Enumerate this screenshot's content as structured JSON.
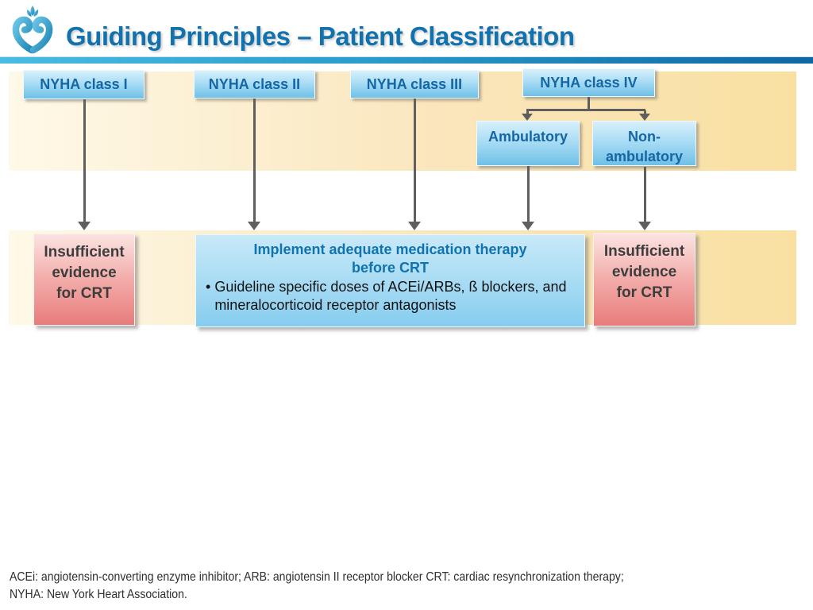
{
  "header": {
    "title": "Guiding Principles – Patient Classification",
    "logo_icon": "heart-flame-logo"
  },
  "nyha_classes": [
    {
      "label": "NYHA class I"
    },
    {
      "label": "NYHA class II"
    },
    {
      "label": "NYHA class III"
    },
    {
      "label": "NYHA class IV"
    }
  ],
  "class4_subgroups": [
    {
      "label": "Ambulatory"
    },
    {
      "label": "Non-\nambulatory"
    }
  ],
  "outcomes": {
    "insufficient_left": {
      "text": "Insufficient\nevidence\nfor CRT"
    },
    "medication": {
      "title": "Implement adequate medication therapy\nbefore CRT",
      "bullet_marker": "•",
      "bullet_text": "Guideline specific doses of ACEi/ARBs, ß blockers, and mineralocorticoid receptor antagonists"
    },
    "insufficient_right": {
      "text": "Insufficient\nevidence\nfor CRT"
    }
  },
  "footnote": {
    "line1": "ACEi: angiotensin-converting enzyme inhibitor; ARB: angiotensin II receptor blocker CRT: cardiac resynchronization therapy;",
    "line2": "NYHA: New York Heart Association."
  },
  "colors": {
    "title_blue": "#1272AD",
    "bar_gradient_left": "#49BCE2",
    "bar_gradient_right": "#0E67A5",
    "band_gradient_left": "#FEF9E8",
    "band_gradient_right": "#F9E0A2",
    "class_box_top": "#D8F0FB",
    "class_box_bottom": "#6FC0E7",
    "class_box_text": "#1566A4",
    "red_box_top": "#FBE3E1",
    "red_box_bottom": "#E87C7C",
    "red_box_text": "#3D3D3D",
    "med_box_top": "#C8E9F8",
    "med_box_bottom": "#86CCEF",
    "med_title_blue": "#1173AE",
    "connector_gray": "#5F5F5F"
  }
}
